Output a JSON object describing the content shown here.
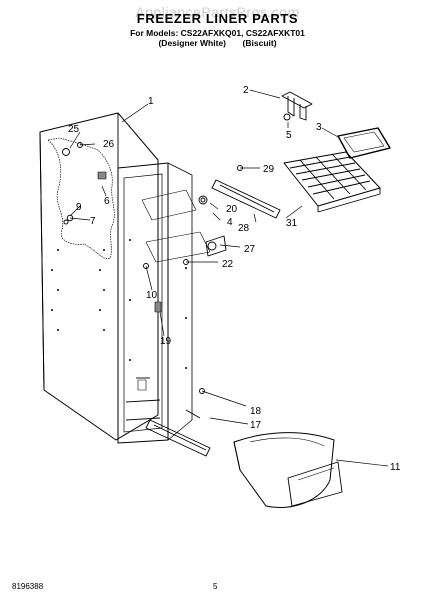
{
  "header": {
    "watermark": "AppliancePartsPros.com",
    "title": "FREEZER LINER PARTS",
    "models": "For Models: CS22AFXKQ01, CS22AFXKT01",
    "variants": "(Designer White)       (Biscuit)"
  },
  "callouts": {
    "c1": "1",
    "c2": "2",
    "c3": "3",
    "c4": "4",
    "c5": "5",
    "c6": "6",
    "c7": "7",
    "c9": "9",
    "c10": "10",
    "c11": "11",
    "c17": "17",
    "c18": "18",
    "c19": "19",
    "c20": "20",
    "c22": "22",
    "c25": "25",
    "c26": "26",
    "c27": "27",
    "c28": "28",
    "c29": "29",
    "c31": "31"
  },
  "footer": {
    "code": "8196388",
    "page": "5"
  }
}
